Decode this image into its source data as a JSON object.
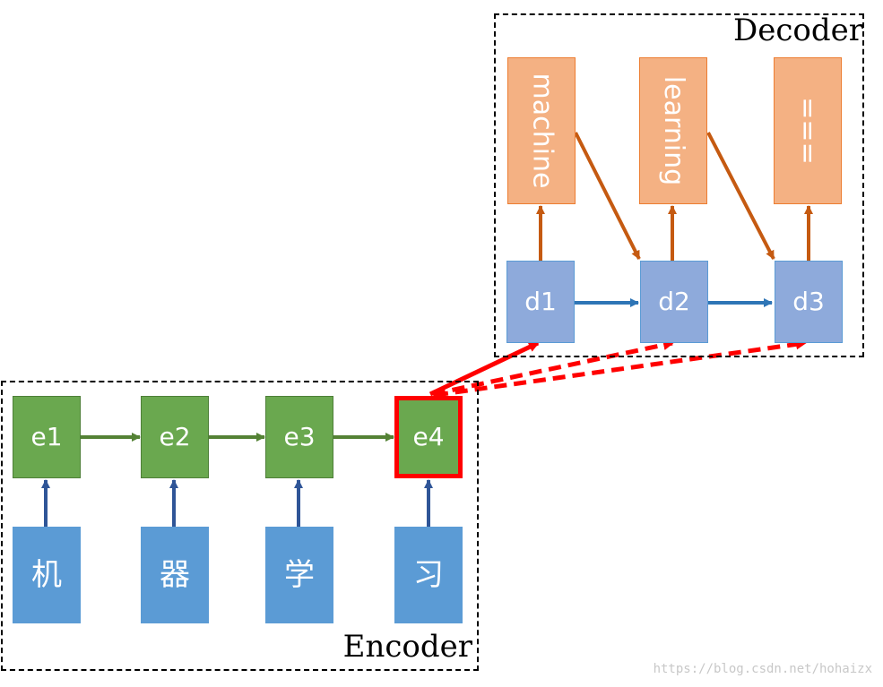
{
  "decoder": {
    "label": "Decoder",
    "states": [
      "d1",
      "d2",
      "d3"
    ],
    "outputs": [
      "machine",
      "learning",
      "==="
    ]
  },
  "encoder": {
    "label": "Encoder",
    "states": [
      "e1",
      "e2",
      "e3",
      "e4"
    ],
    "inputs": [
      "机",
      "器",
      "学",
      "习"
    ],
    "highlighted_state": "e4"
  },
  "watermark": "https://blog.csdn.net/hohaizx",
  "colors": {
    "encoder_state": "#6aa84f",
    "encoder_input": "#5b9bd5",
    "decoder_state": "#8eaadb",
    "decoder_output": "#f4b183",
    "highlight": "#ff0000",
    "encoder_arrow": "#548235",
    "input_arrow": "#2f5597",
    "decoder_arrow": "#2e75b6",
    "output_arrow": "#c55a11"
  }
}
